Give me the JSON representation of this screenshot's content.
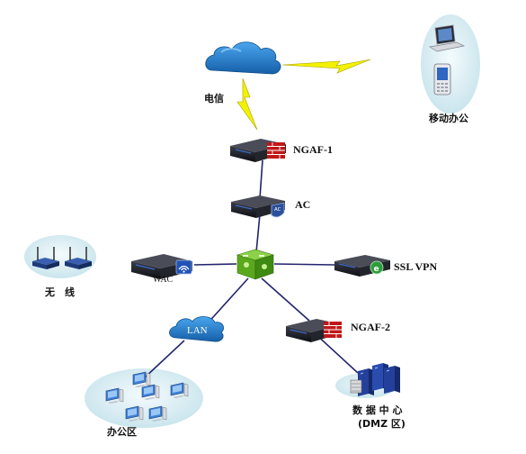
{
  "nodes": {
    "telecom": "电信",
    "mobile_office": "移动办公",
    "ngaf1": "NGAF-1",
    "ac": "AC",
    "wac": "WAC",
    "ssl_vpn": "SSL VPN",
    "wireless": "无　线",
    "lan": "LAN",
    "ngaf2": "NGAF-2",
    "office_area": "办公区",
    "datacenter": "数 据 中 心",
    "dmz": "(DMZ 区)",
    "ac_badge": "AC"
  },
  "colors": {
    "link": "#23236e",
    "cloud": "#1f78c8",
    "lightning": "#f2f200",
    "zone_fill": "#cfe7ef",
    "device": "#15161c",
    "firewall": "#c01818",
    "switch": "#5aa81e"
  },
  "icons": {
    "cloud": "cloud-icon",
    "lightning": "lightning-bolt-icon",
    "firewall": "firewall-device-icon",
    "controller": "ac-device-icon",
    "core_switch": "core-switch-icon",
    "wac": "wac-device-icon",
    "vpn": "ssl-vpn-device-icon",
    "router": "wireless-router-icon",
    "laptop": "laptop-icon",
    "phone": "phone-icon",
    "pc": "pc-icon",
    "server": "server-rack-icon"
  }
}
